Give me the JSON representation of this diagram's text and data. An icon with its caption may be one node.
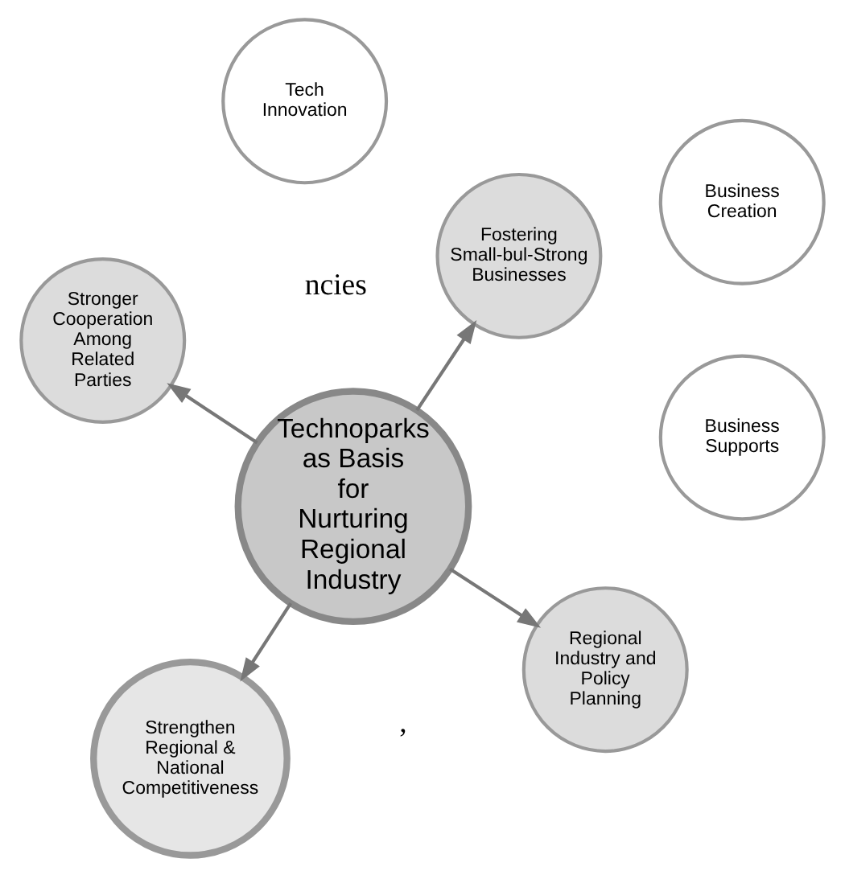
{
  "diagram": {
    "nodes": [
      {
        "text": [
          "Technoparks as Basis for Nurturing Regional Industry"
        ]
      },
      {
        "text": [
          "Regional Industry and Policy Planning"
        ]
      },
      {
        "text": [
          "Strengthen Regional & National Competitiveness"
        ]
      },
      {
        "text": [
          "Stronger Cooperation Among Related Parties"
        ]
      },
      {
        "text": [
          "Fostering Small-bul-Strong Businesses"
        ]
      },
      {
        "text": [
          "Business Supports"
        ]
      },
      {
        "text": [
          "Business Creation"
        ]
      },
      {
        "text": [
          "Tech Innovation"
        ]
      }
    ],
    "edges": [
      {
        "from": 0,
        "to": 1,
        "arrow": "to"
      },
      {
        "from": 0,
        "to": 2,
        "arrow": "to"
      },
      {
        "from": 0,
        "to": 3,
        "arrow": "to"
      },
      {
        "from": 0,
        "to": 4,
        "arrow": "to"
      }
    ],
    "labels": [
      "ncies",
      ","
    ]
  }
}
